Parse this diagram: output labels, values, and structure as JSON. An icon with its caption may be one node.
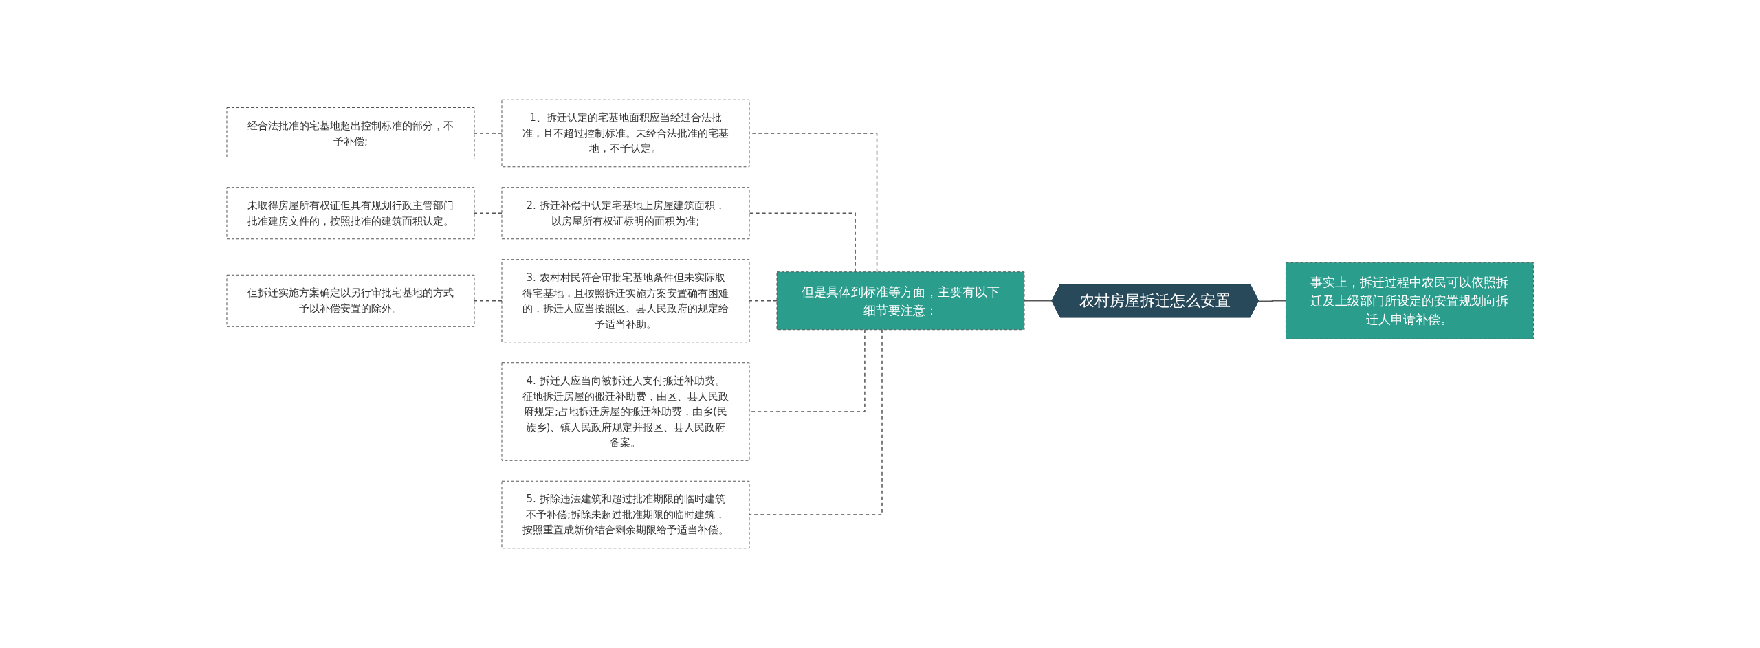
{
  "diagram": {
    "nodes": [
      {
        "text": [
          "农村房屋拆迁怎么安置"
        ]
      },
      {
        "text": [
          "事实上，拆迁过程中农民可以依照拆迁及上级部门所设定的安置规划向拆迁人申请补偿。"
        ]
      },
      {
        "text": [
          "但是具体到标准等方面，主要有以下细节要注意："
        ]
      },
      {
        "text": [
          "1、拆迁认定的宅基地面积应当经过合法批准，且不超过控制标准。未经合法批准的宅基地，不予认定。"
        ]
      },
      {
        "text": [
          "2. 拆迁补偿中认定宅基地上房屋建筑面积，以房屋所有权证标明的面积为准;"
        ]
      },
      {
        "text": [
          "3. 农村村民符合审批宅基地条件但未实际取得宅基地，且按照拆迁实施方案安置确有困难的，拆迁人应当按照区、县人民政府的规定给予适当补助。"
        ]
      },
      {
        "text": [
          "4. 拆迁人应当向被拆迁人支付搬迁补助费。征地拆迁房屋的搬迁补助费，由区、县人民政府规定;占地拆迁房屋的搬迁补助费，由乡(民族乡)、镇人民政府规定并报区、县人民政府备案。"
        ]
      },
      {
        "text": [
          "5. 拆除违法建筑和超过批准期限的临时建筑不予补偿;拆除未超过批准期限的临时建筑，按照重置成新价结合剩余期限给予适当补偿。"
        ]
      },
      {
        "text": [
          "经合法批准的宅基地超出控制标准的部分，不予补偿;"
        ]
      },
      {
        "text": [
          "未取得房屋所有权证但具有规划行政主管部门批准建房文件的，按照批准的建筑面积认定。"
        ]
      },
      {
        "text": [
          "但拆迁实施方案确定以另行审批宅基地的方式予以补偿安置的除外。"
        ]
      }
    ],
    "edges": [
      {
        "from": 1,
        "to": 0,
        "arrow": "none"
      },
      {
        "from": 0,
        "to": 2,
        "arrow": "none"
      },
      {
        "from": 2,
        "to": 3,
        "arrow": "none",
        "style": "dashed"
      },
      {
        "from": 2,
        "to": 4,
        "arrow": "none",
        "style": "dashed"
      },
      {
        "from": 2,
        "to": 5,
        "arrow": "none",
        "style": "dashed"
      },
      {
        "from": 2,
        "to": 6,
        "arrow": "none",
        "style": "dashed"
      },
      {
        "from": 2,
        "to": 7,
        "arrow": "none",
        "style": "dashed"
      },
      {
        "from": 3,
        "to": 8,
        "arrow": "none",
        "style": "dashed"
      },
      {
        "from": 4,
        "to": 9,
        "arrow": "none",
        "style": "dashed"
      },
      {
        "from": 5,
        "to": 10,
        "arrow": "none",
        "style": "dashed"
      }
    ]
  }
}
